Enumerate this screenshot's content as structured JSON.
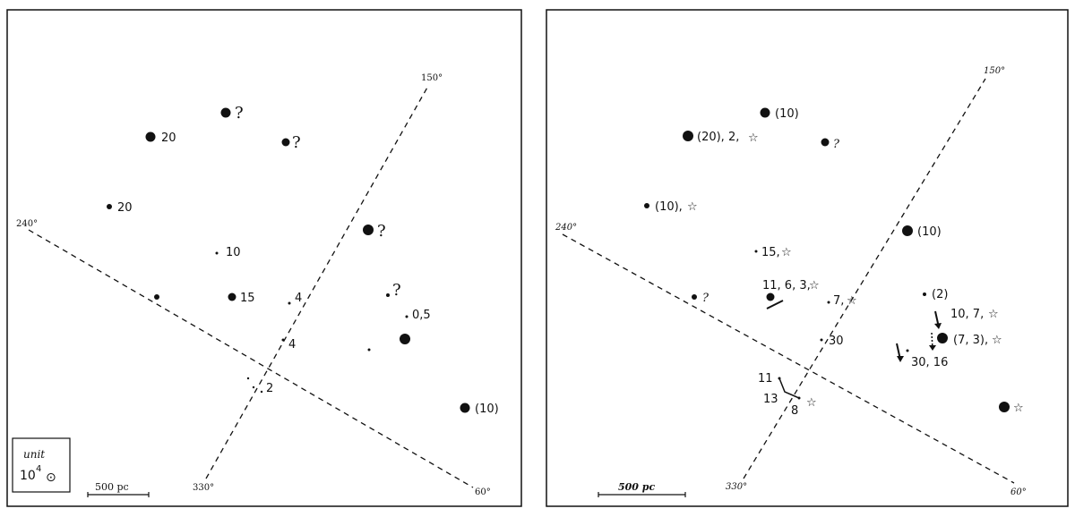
{
  "left_panel": {
    "axis_labels": {
      "a240": "240°",
      "a150": "150°",
      "a330": "330°",
      "a60": "60°"
    },
    "scale_label": "500 pc",
    "legend": {
      "title": "unit",
      "value": "10",
      "exponent": "4",
      "symbol": "⊙"
    },
    "labels": {
      "p1": "20",
      "p2": "?",
      "p3": "?",
      "p4": "20",
      "p5": "10",
      "p6": "15",
      "p7": "?",
      "p8": "?",
      "p9": "0,5",
      "p10": "4",
      "p11": "4",
      "p12": "2",
      "p13": "(10)"
    }
  },
  "right_panel": {
    "axis_labels": {
      "a240": "240°",
      "a150": "150°",
      "a330": "330°",
      "a60": "60°"
    },
    "scale_label": "500 pc",
    "labels": {
      "r1": "(10)",
      "r2": "(20), 2,",
      "r3": "?",
      "r4": "(10),",
      "r5": "(10)",
      "r6": "15,",
      "r7": "11, 6, 3,",
      "r8": "?",
      "r9": "7,",
      "r10": "(2)",
      "r11": "10, 7,",
      "r12": "(7, 3),",
      "r13": "30",
      "r14": "30, 16",
      "r15": "11",
      "r16": "13",
      "r17": "8"
    },
    "star_symbol": "☆"
  }
}
